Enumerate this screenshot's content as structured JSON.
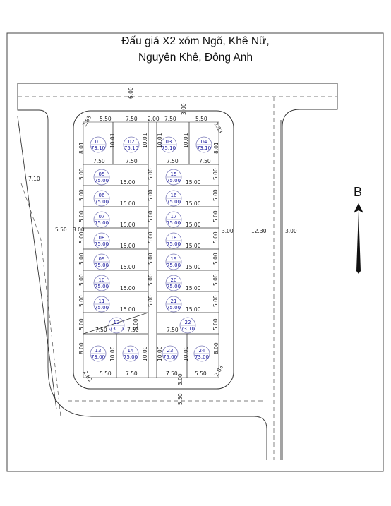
{
  "title": {
    "line1": "Đấu giá X2 xóm Ngõ, Khê Nữ,",
    "line2": "Nguyên Khê, Đông Anh"
  },
  "north_label": "B",
  "road_dims": {
    "top_road": "6.00",
    "left_road": "7.10",
    "left_mid": "5.50",
    "left_gap": "3.00",
    "right_gap": "3.00",
    "right_road": "12.30",
    "right_edge": "3.00",
    "bottom_a": "3.00",
    "bottom_b": "5.50",
    "top_center": "2.00",
    "top_center_b": "3.00"
  },
  "lots": [
    {
      "id": "01",
      "area": "73.10"
    },
    {
      "id": "02",
      "area": "75.10"
    },
    {
      "id": "03",
      "area": "75.10"
    },
    {
      "id": "04",
      "area": "73.10"
    },
    {
      "id": "05",
      "area": "75.00"
    },
    {
      "id": "06",
      "area": "75.00"
    },
    {
      "id": "07",
      "area": "75.00"
    },
    {
      "id": "08",
      "area": "75.00"
    },
    {
      "id": "09",
      "area": "75.00"
    },
    {
      "id": "10",
      "area": "75.00"
    },
    {
      "id": "11",
      "area": "75.00"
    },
    {
      "id": "12",
      "area": "73.10"
    },
    {
      "id": "13",
      "area": "73.00"
    },
    {
      "id": "14",
      "area": "75.00"
    },
    {
      "id": "15",
      "area": "75.00"
    },
    {
      "id": "16",
      "area": "75.00"
    },
    {
      "id": "17",
      "area": "75.00"
    },
    {
      "id": "18",
      "area": "75.00"
    },
    {
      "id": "19",
      "area": "75.00"
    },
    {
      "id": "20",
      "area": "75.00"
    },
    {
      "id": "21",
      "area": "75.00"
    },
    {
      "id": "22",
      "area": "73.10"
    },
    {
      "id": "23",
      "area": "75.00"
    },
    {
      "id": "24",
      "area": "73.00"
    }
  ],
  "lot_dims": {
    "front_5_50": "5.50",
    "front_7_50": "7.50",
    "depth_8_01": "8.01",
    "depth_10_01": "10.01",
    "depth_15": "15.00",
    "width_5": "5.00",
    "depth_8": "8.00",
    "depth_10": "10.00",
    "corner": "2.83"
  }
}
